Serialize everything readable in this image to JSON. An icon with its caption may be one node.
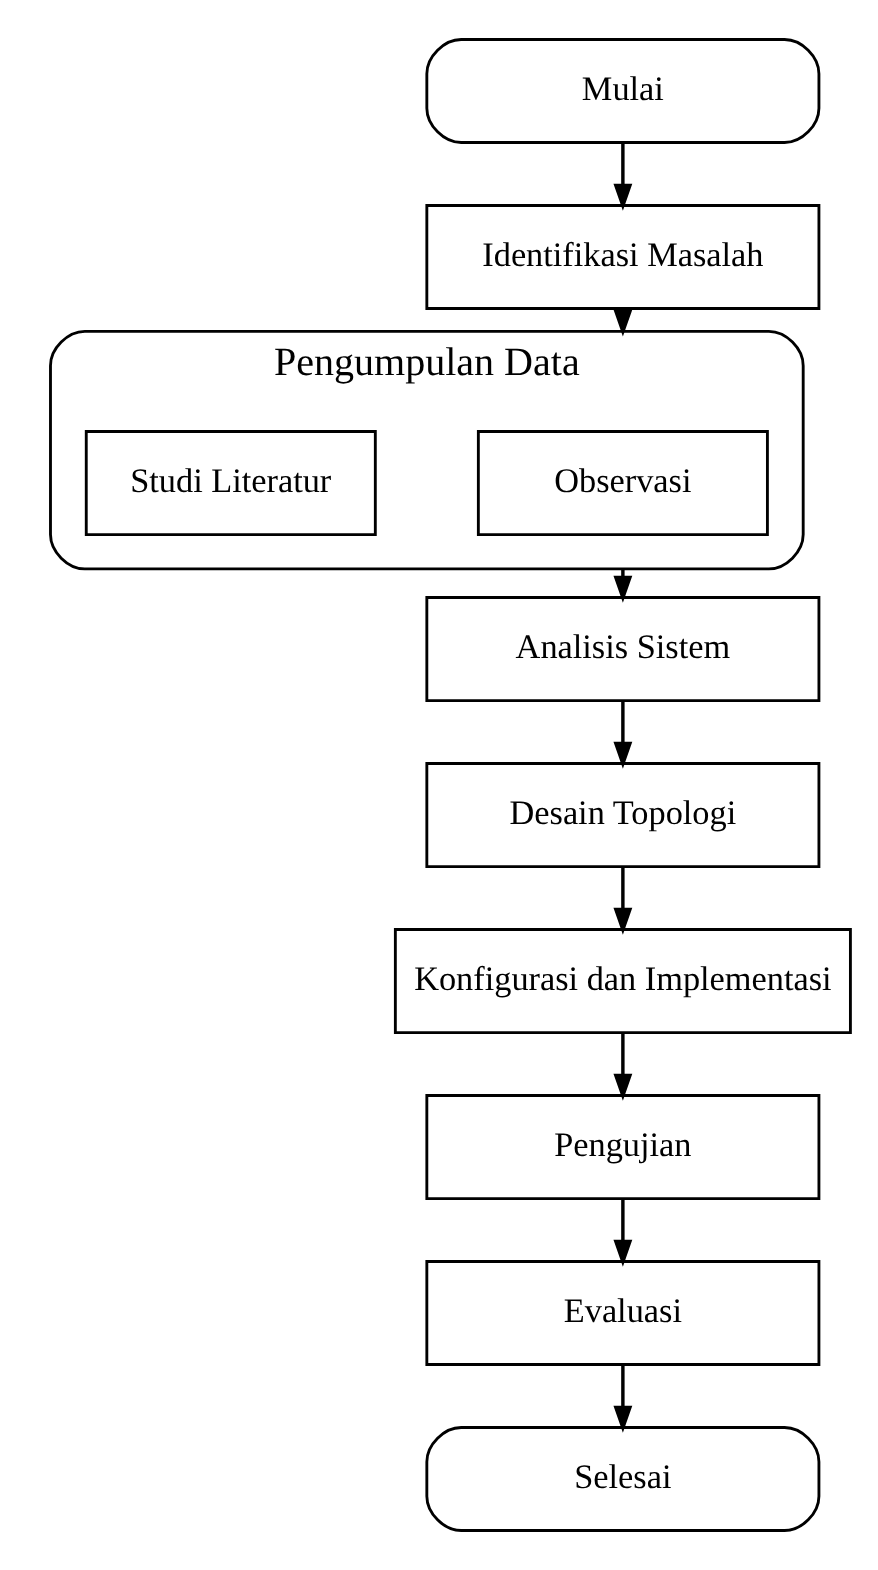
{
  "diagram": {
    "nodes": [
      {
        "text": [
          "Mulai"
        ]
      },
      {
        "text": [
          "Identifikasi Masalah"
        ]
      },
      {
        "text": [
          "Pengumpulan Data"
        ]
      },
      {
        "text": [
          "Observasi"
        ],
        "in": 2
      },
      {
        "text": [
          "Studi Literatur"
        ],
        "in": 2
      },
      {
        "text": [
          "Analisis Sistem"
        ]
      },
      {
        "text": [
          "Desain Topologi"
        ]
      },
      {
        "text": [
          "Konfigurasi dan Implementasi"
        ]
      },
      {
        "text": [
          "Pengujian"
        ]
      },
      {
        "text": [
          "Evaluasi"
        ]
      },
      {
        "text": [
          "Selesai"
        ]
      }
    ],
    "edges": [
      {
        "from": 0,
        "to": 1,
        "arrow": "to"
      },
      {
        "from": 1,
        "to": 2,
        "arrow": "to"
      },
      {
        "from": 2,
        "to": 5,
        "arrow": "to"
      },
      {
        "from": 5,
        "to": 6,
        "arrow": "to"
      },
      {
        "from": 6,
        "to": 7,
        "arrow": "to"
      },
      {
        "from": 7,
        "to": 8,
        "arrow": "to"
      },
      {
        "from": 8,
        "to": 9,
        "arrow": "to"
      },
      {
        "from": 9,
        "to": 10,
        "arrow": "to"
      }
    ]
  }
}
